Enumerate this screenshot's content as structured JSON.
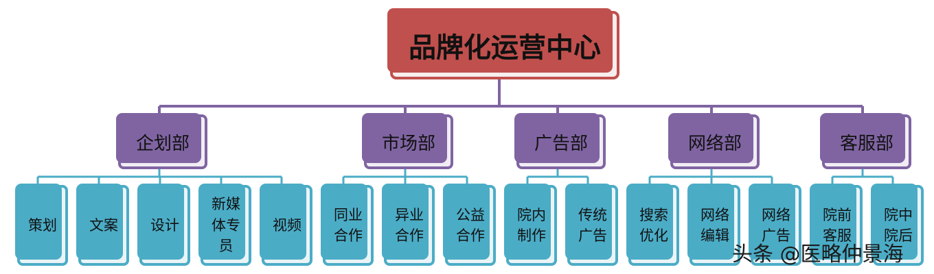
{
  "root": {
    "label": "品牌化运营中心"
  },
  "departments": [
    {
      "label": "企划部",
      "children": [
        "策划",
        "文案",
        "设计",
        "新媒\n体专\n员",
        "视频"
      ]
    },
    {
      "label": "市场部",
      "children": [
        "同业\n合作",
        "异业\n合作",
        "公益\n合作"
      ]
    },
    {
      "label": "广告部",
      "children": [
        "院内\n制作",
        "传统\n广告"
      ]
    },
    {
      "label": "网络部",
      "children": [
        "搜索\n优化",
        "网络\n编辑",
        "网络\n广告"
      ]
    },
    {
      "label": "客服部",
      "children": [
        "院前\n客服",
        "院中\n院后"
      ]
    }
  ],
  "watermark": "头条 @医略仲景海",
  "colors": {
    "root": "#c0504d",
    "dept": "#8064a2",
    "leaf": "#4bacc6"
  }
}
